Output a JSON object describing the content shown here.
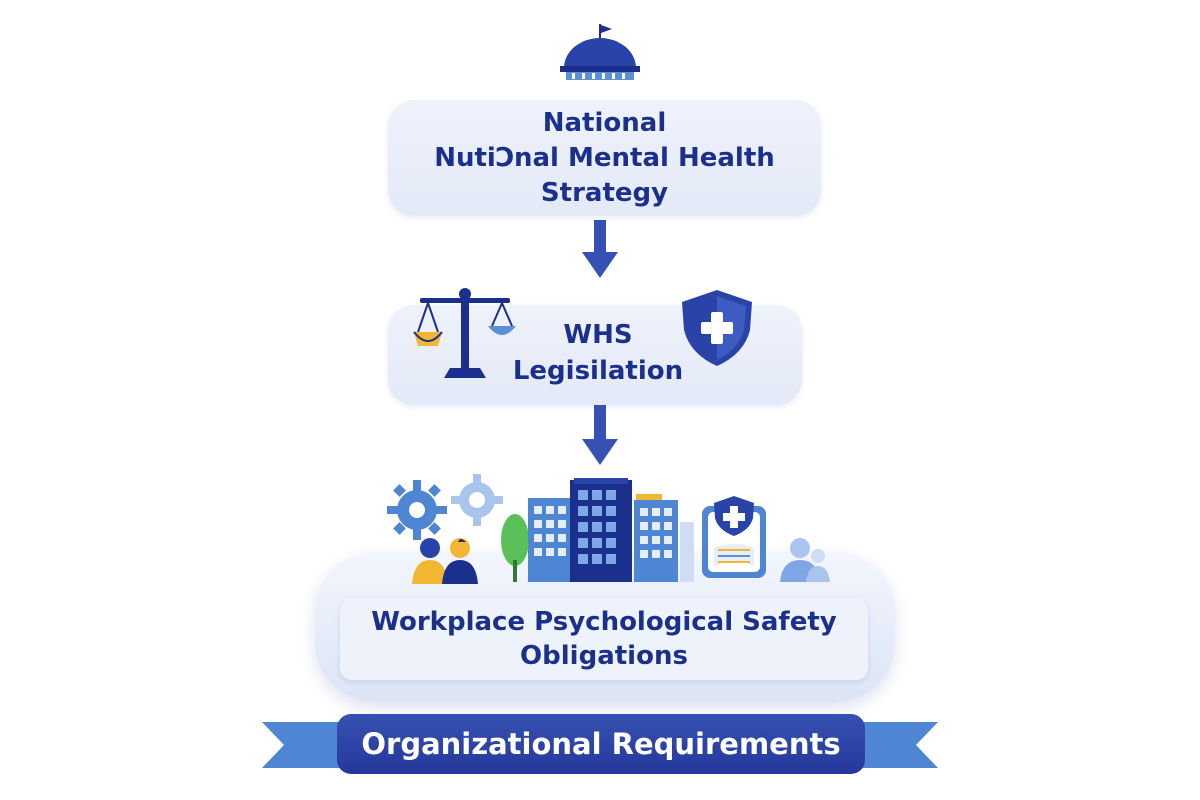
{
  "top_box": {
    "lines": [
      "National",
      "NutiϽnal Mental Health",
      "Strategy"
    ]
  },
  "middle_box": {
    "lines": [
      "WHS",
      "Legisilation"
    ]
  },
  "bottom_box": {
    "lines": [
      "Workplace Psychological Safety",
      "Obligations"
    ]
  },
  "banner": {
    "label": "Organizational Requirements"
  },
  "icons": {
    "capitol": "capitol-dome-icon",
    "scales": "scales-of-justice-icon",
    "shield": "shield-plus-icon",
    "gears": "gears-icon",
    "people": "people-icon",
    "buildings": "office-buildings-icon",
    "tree": "tree-icon",
    "clipboard": "medical-clipboard-icon"
  },
  "colors": {
    "navy": "#1b2f8c",
    "blue": "#3651b3",
    "light_blue": "#5b8fd6",
    "box_bg": "#e6ecf8",
    "gold": "#f2b632"
  }
}
